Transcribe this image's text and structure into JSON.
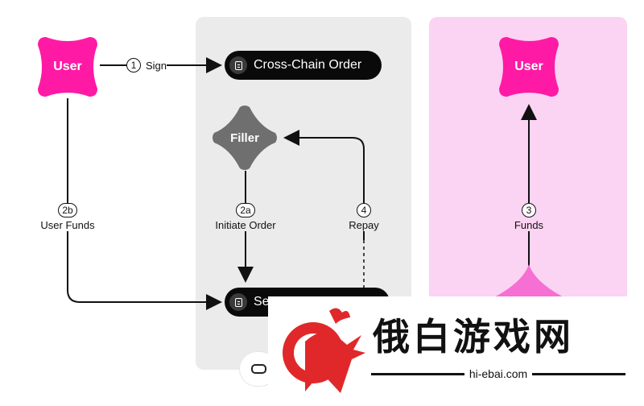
{
  "nodes": {
    "user_origin": "User",
    "user_dest": "User",
    "cross_chain_order": "Cross-Chain Order",
    "filler": "Filler",
    "settler": "Se"
  },
  "edges": {
    "sign": {
      "step": "1",
      "label": "Sign"
    },
    "user_funds": {
      "step": "2b",
      "label": "User Funds"
    },
    "initiate_order": {
      "step": "2a",
      "label": "Initiate Order"
    },
    "repay": {
      "step": "4",
      "label": "Repay"
    },
    "funds": {
      "step": "3",
      "label": "Funds"
    }
  },
  "icons": {
    "order": "document-icon",
    "settler": "document-icon",
    "link": "link-icon",
    "watermark_logo": "rooster-logo"
  },
  "watermark": {
    "title": "俄白游戏网",
    "url": "hi-ebai.com"
  },
  "colors": {
    "user": "#ff1aa5",
    "filler": "#6f6f6f",
    "pill": "#0a0a0a",
    "origin_panel": "#ebebeb",
    "dest_panel": "#fbd3f3",
    "logo_red": "#e0282a"
  }
}
